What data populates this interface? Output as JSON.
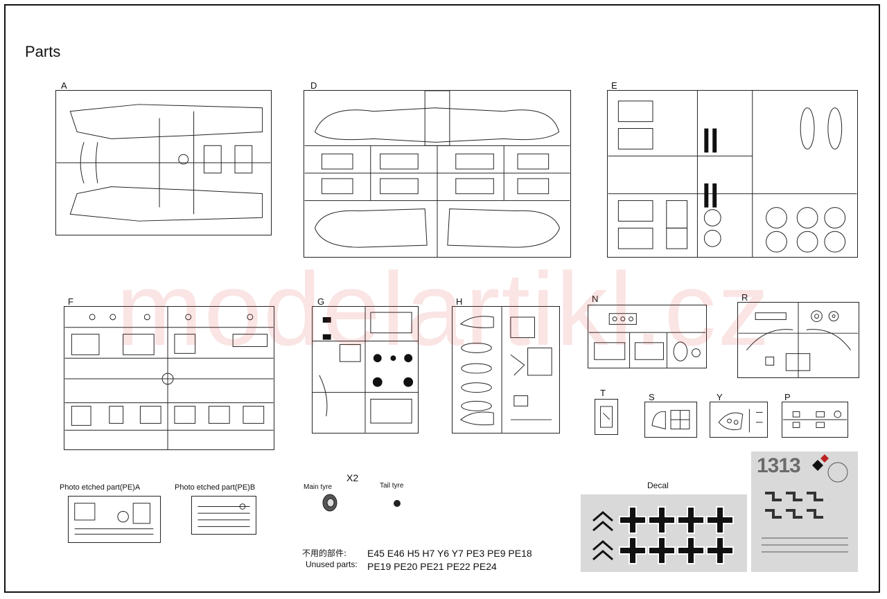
{
  "page": {
    "title": "Parts",
    "watermark": "modelartikl.cz"
  },
  "sprues": [
    {
      "id": "A",
      "label": "A"
    },
    {
      "id": "D",
      "label": "D"
    },
    {
      "id": "E",
      "label": "E"
    },
    {
      "id": "F",
      "label": "F"
    },
    {
      "id": "G",
      "label": "G"
    },
    {
      "id": "H",
      "label": "H"
    },
    {
      "id": "N",
      "label": "N"
    },
    {
      "id": "R",
      "label": "R"
    },
    {
      "id": "T",
      "label": "T"
    },
    {
      "id": "S",
      "label": "S"
    },
    {
      "id": "Y",
      "label": "Y"
    },
    {
      "id": "P",
      "label": "P"
    }
  ],
  "extras": {
    "pe_a": "Photo etched part(PE)A",
    "pe_b": "Photo etched part(PE)B",
    "main_tyre": "Main tyre",
    "tail_tyre": "Tail tyre",
    "multiplier": "X2",
    "decal": "Decal",
    "decal_number": "1313"
  },
  "unused": {
    "label_cn": "不用的部件:",
    "label_en": "Unused parts:",
    "line1": "E45 E46 H5 H7 Y6 Y7 PE3 PE9 PE18",
    "line2": "PE19 PE20 PE21 PE22 PE24"
  },
  "colors": {
    "line": "#222222",
    "watermark": "#d63232",
    "decal_bg": "#d9d9d9"
  }
}
